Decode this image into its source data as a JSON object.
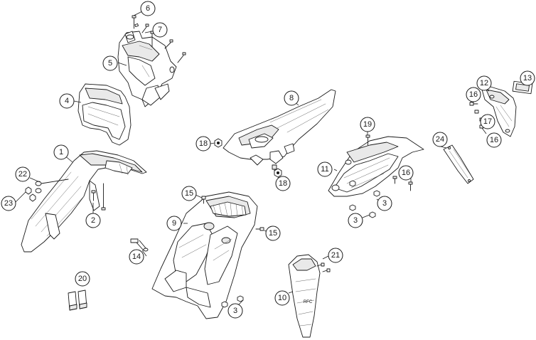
{
  "callouts": [
    {
      "id": "c1",
      "text": "1"
    },
    {
      "id": "c2",
      "text": "2"
    },
    {
      "id": "c3a",
      "text": "3"
    },
    {
      "id": "c3b",
      "text": "3"
    },
    {
      "id": "c3c",
      "text": "3"
    },
    {
      "id": "c4",
      "text": "4"
    },
    {
      "id": "c5",
      "text": "5"
    },
    {
      "id": "c6",
      "text": "6"
    },
    {
      "id": "c7",
      "text": "7"
    },
    {
      "id": "c8",
      "text": "8"
    },
    {
      "id": "c9",
      "text": "9"
    },
    {
      "id": "c10",
      "text": "10"
    },
    {
      "id": "c11",
      "text": "11"
    },
    {
      "id": "c12",
      "text": "12"
    },
    {
      "id": "c13",
      "text": "13"
    },
    {
      "id": "c14",
      "text": "14"
    },
    {
      "id": "c15a",
      "text": "15"
    },
    {
      "id": "c15b",
      "text": "15"
    },
    {
      "id": "c16a",
      "text": "16"
    },
    {
      "id": "c16b",
      "text": "16"
    },
    {
      "id": "c16c",
      "text": "16"
    },
    {
      "id": "c17",
      "text": "17"
    },
    {
      "id": "c18a",
      "text": "18"
    },
    {
      "id": "c18b",
      "text": "18"
    },
    {
      "id": "c19",
      "text": "19"
    },
    {
      "id": "c20",
      "text": "20"
    },
    {
      "id": "c21",
      "text": "21"
    },
    {
      "id": "c22",
      "text": "22"
    },
    {
      "id": "c23",
      "text": "23"
    },
    {
      "id": "c24",
      "text": "24"
    }
  ],
  "fender_marking": "RFC"
}
